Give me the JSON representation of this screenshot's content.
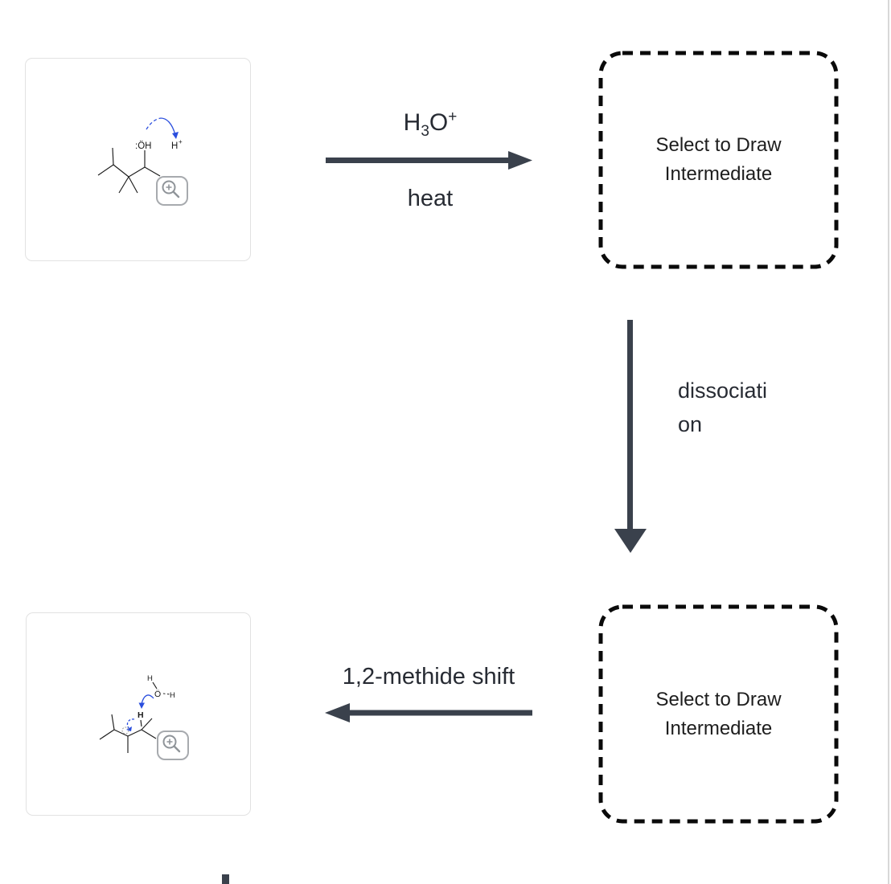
{
  "flow": {
    "forward_arrow": {
      "reagent": {
        "symbol_1": "H",
        "subscript": "3",
        "symbol_2": "O",
        "superscript": "+"
      },
      "condition": "heat"
    },
    "down_arrow": {
      "label_line_1": "dissociati",
      "label_line_2": "on"
    },
    "back_arrow": {
      "label": "1,2-methide shift"
    }
  },
  "intermediates": {
    "box_1_label": "Select to Draw Intermediate",
    "box_2_label": "Select to Draw Intermediate"
  },
  "reactant": {
    "hydroxyl_label": ":ÖH",
    "proton_symbol": "H",
    "proton_charge": "+"
  },
  "carbocation_product": {
    "water_h_top": "H",
    "water_o": "Ö",
    "water_h_right": "H",
    "migrating_h": "H"
  },
  "icons": {
    "zoom_button": "magnify-plus-icon"
  },
  "colors": {
    "flow_arrow": "#3a414c",
    "mechanism_arrow_blue": "#2a4ede",
    "dashed_border": "#0a0a0a",
    "card_border": "#e2e2e2",
    "magnifier_gray": "#8f9499",
    "divider": "#d8d8d8"
  }
}
